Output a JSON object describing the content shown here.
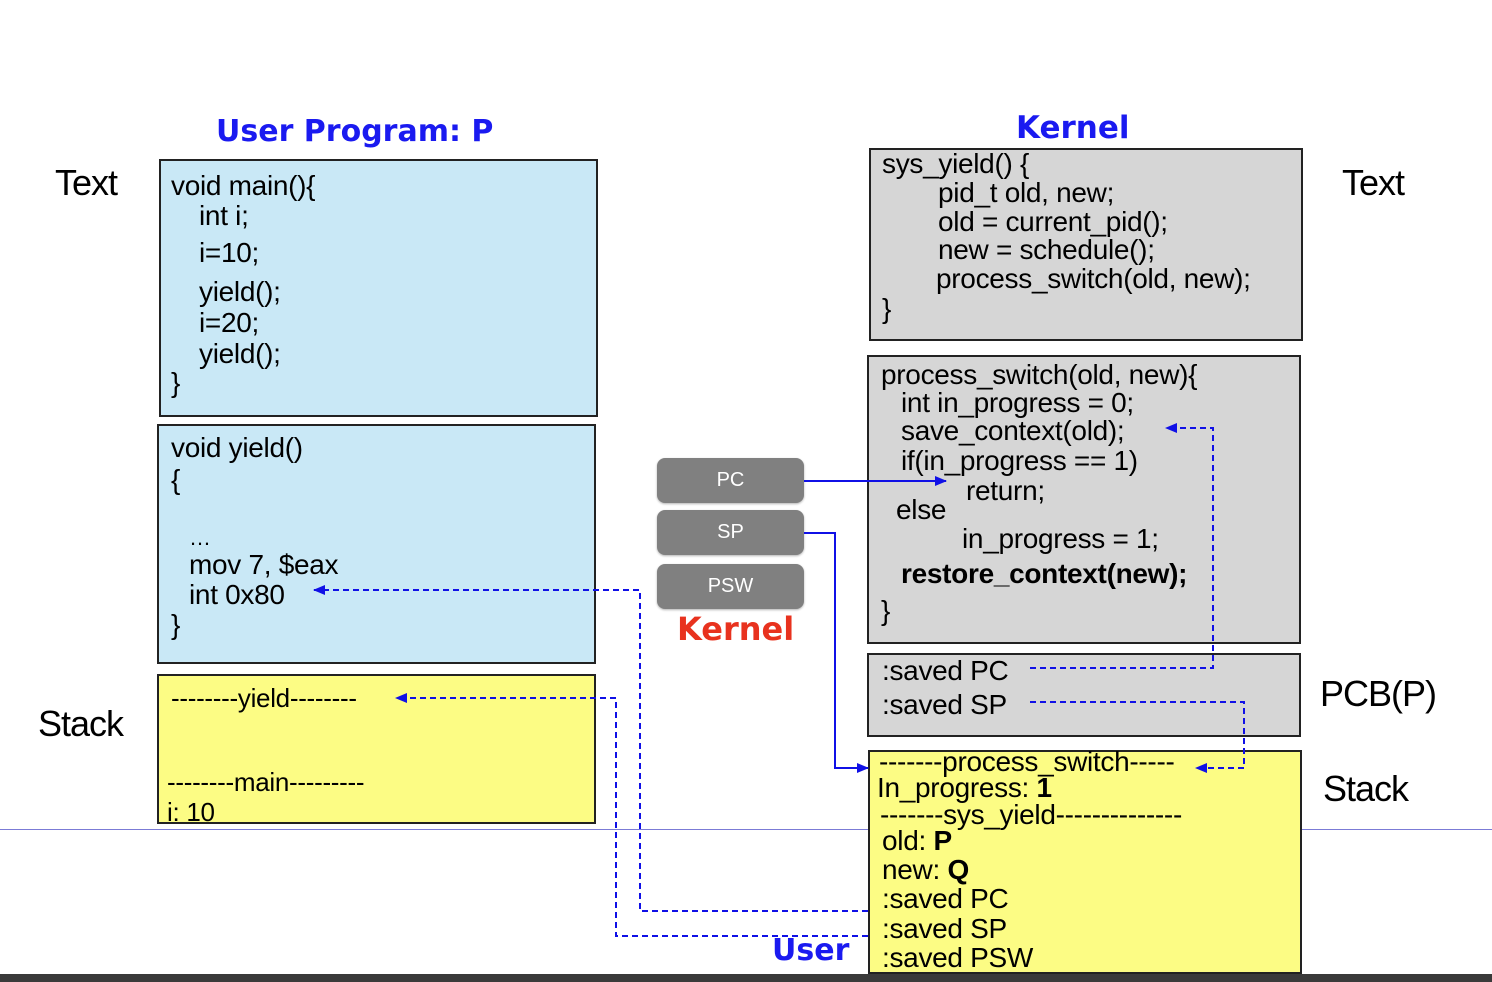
{
  "titles": {
    "user_program": "User Program: P",
    "kernel_top": "Kernel",
    "kernel_mid": "Kernel",
    "user_bottom": "User"
  },
  "side_labels": {
    "text_left": "Text",
    "text_right": "Text",
    "stack_left": "Stack",
    "stack_right": "Stack",
    "pcb": "PCB(P)"
  },
  "registers": {
    "pc": "PC",
    "sp": "SP",
    "psw": "PSW"
  },
  "main_code": {
    "l1": "void main(){",
    "l2": "int i;",
    "l3": "i=10;",
    "l4": "yield();",
    "l5": "i=20;",
    "l6": "yield();",
    "l7": "}"
  },
  "yield_code": {
    "l1": "void yield()",
    "l2": "{",
    "l3": "…",
    "l4": "mov 7, $eax",
    "l5": "int 0x80",
    "l6": "}"
  },
  "user_stack": {
    "l1": "--------yield--------",
    "l2": "--------main---------",
    "l3": "i: 10"
  },
  "sys_yield_code": {
    "l1": "sys_yield() {",
    "l2": "pid_t old, new;",
    "l3": "old = current_pid();",
    "l4": "new = schedule();",
    "l5": "process_switch(old, new);",
    "l6": "}"
  },
  "process_switch_code": {
    "l1": "process_switch(old, new){",
    "l2": "int in_progress = 0;",
    "l3": "save_context(old);",
    "l4": "if(in_progress == 1)",
    "l5": "return;",
    "l6": "else",
    "l7": "in_progress = 1;",
    "l8": "restore_context(new);",
    "l9": "}"
  },
  "pcb": {
    "saved_pc": ":saved PC",
    "saved_sp": ":saved SP"
  },
  "kernel_stack": {
    "l1": "-------process_switch-----",
    "l2_label": "In_progress: ",
    "l2_value": "1",
    "l3": "-------sys_yield--------------",
    "l4_label": "old: ",
    "l4_value": "P",
    "l5_label": "new: ",
    "l5_value": "Q",
    "l6": ":saved PC",
    "l7": ":saved SP",
    "l8": ":saved PSW"
  },
  "colors": {
    "arrow_blue": "#1010e6",
    "kernel_red": "#e8321e",
    "title_blue": "#1a1af0",
    "box_blue": "#c9e8f6",
    "box_gray": "#d6d6d6",
    "box_yellow": "#fcfc84",
    "register_gray": "#808080"
  }
}
